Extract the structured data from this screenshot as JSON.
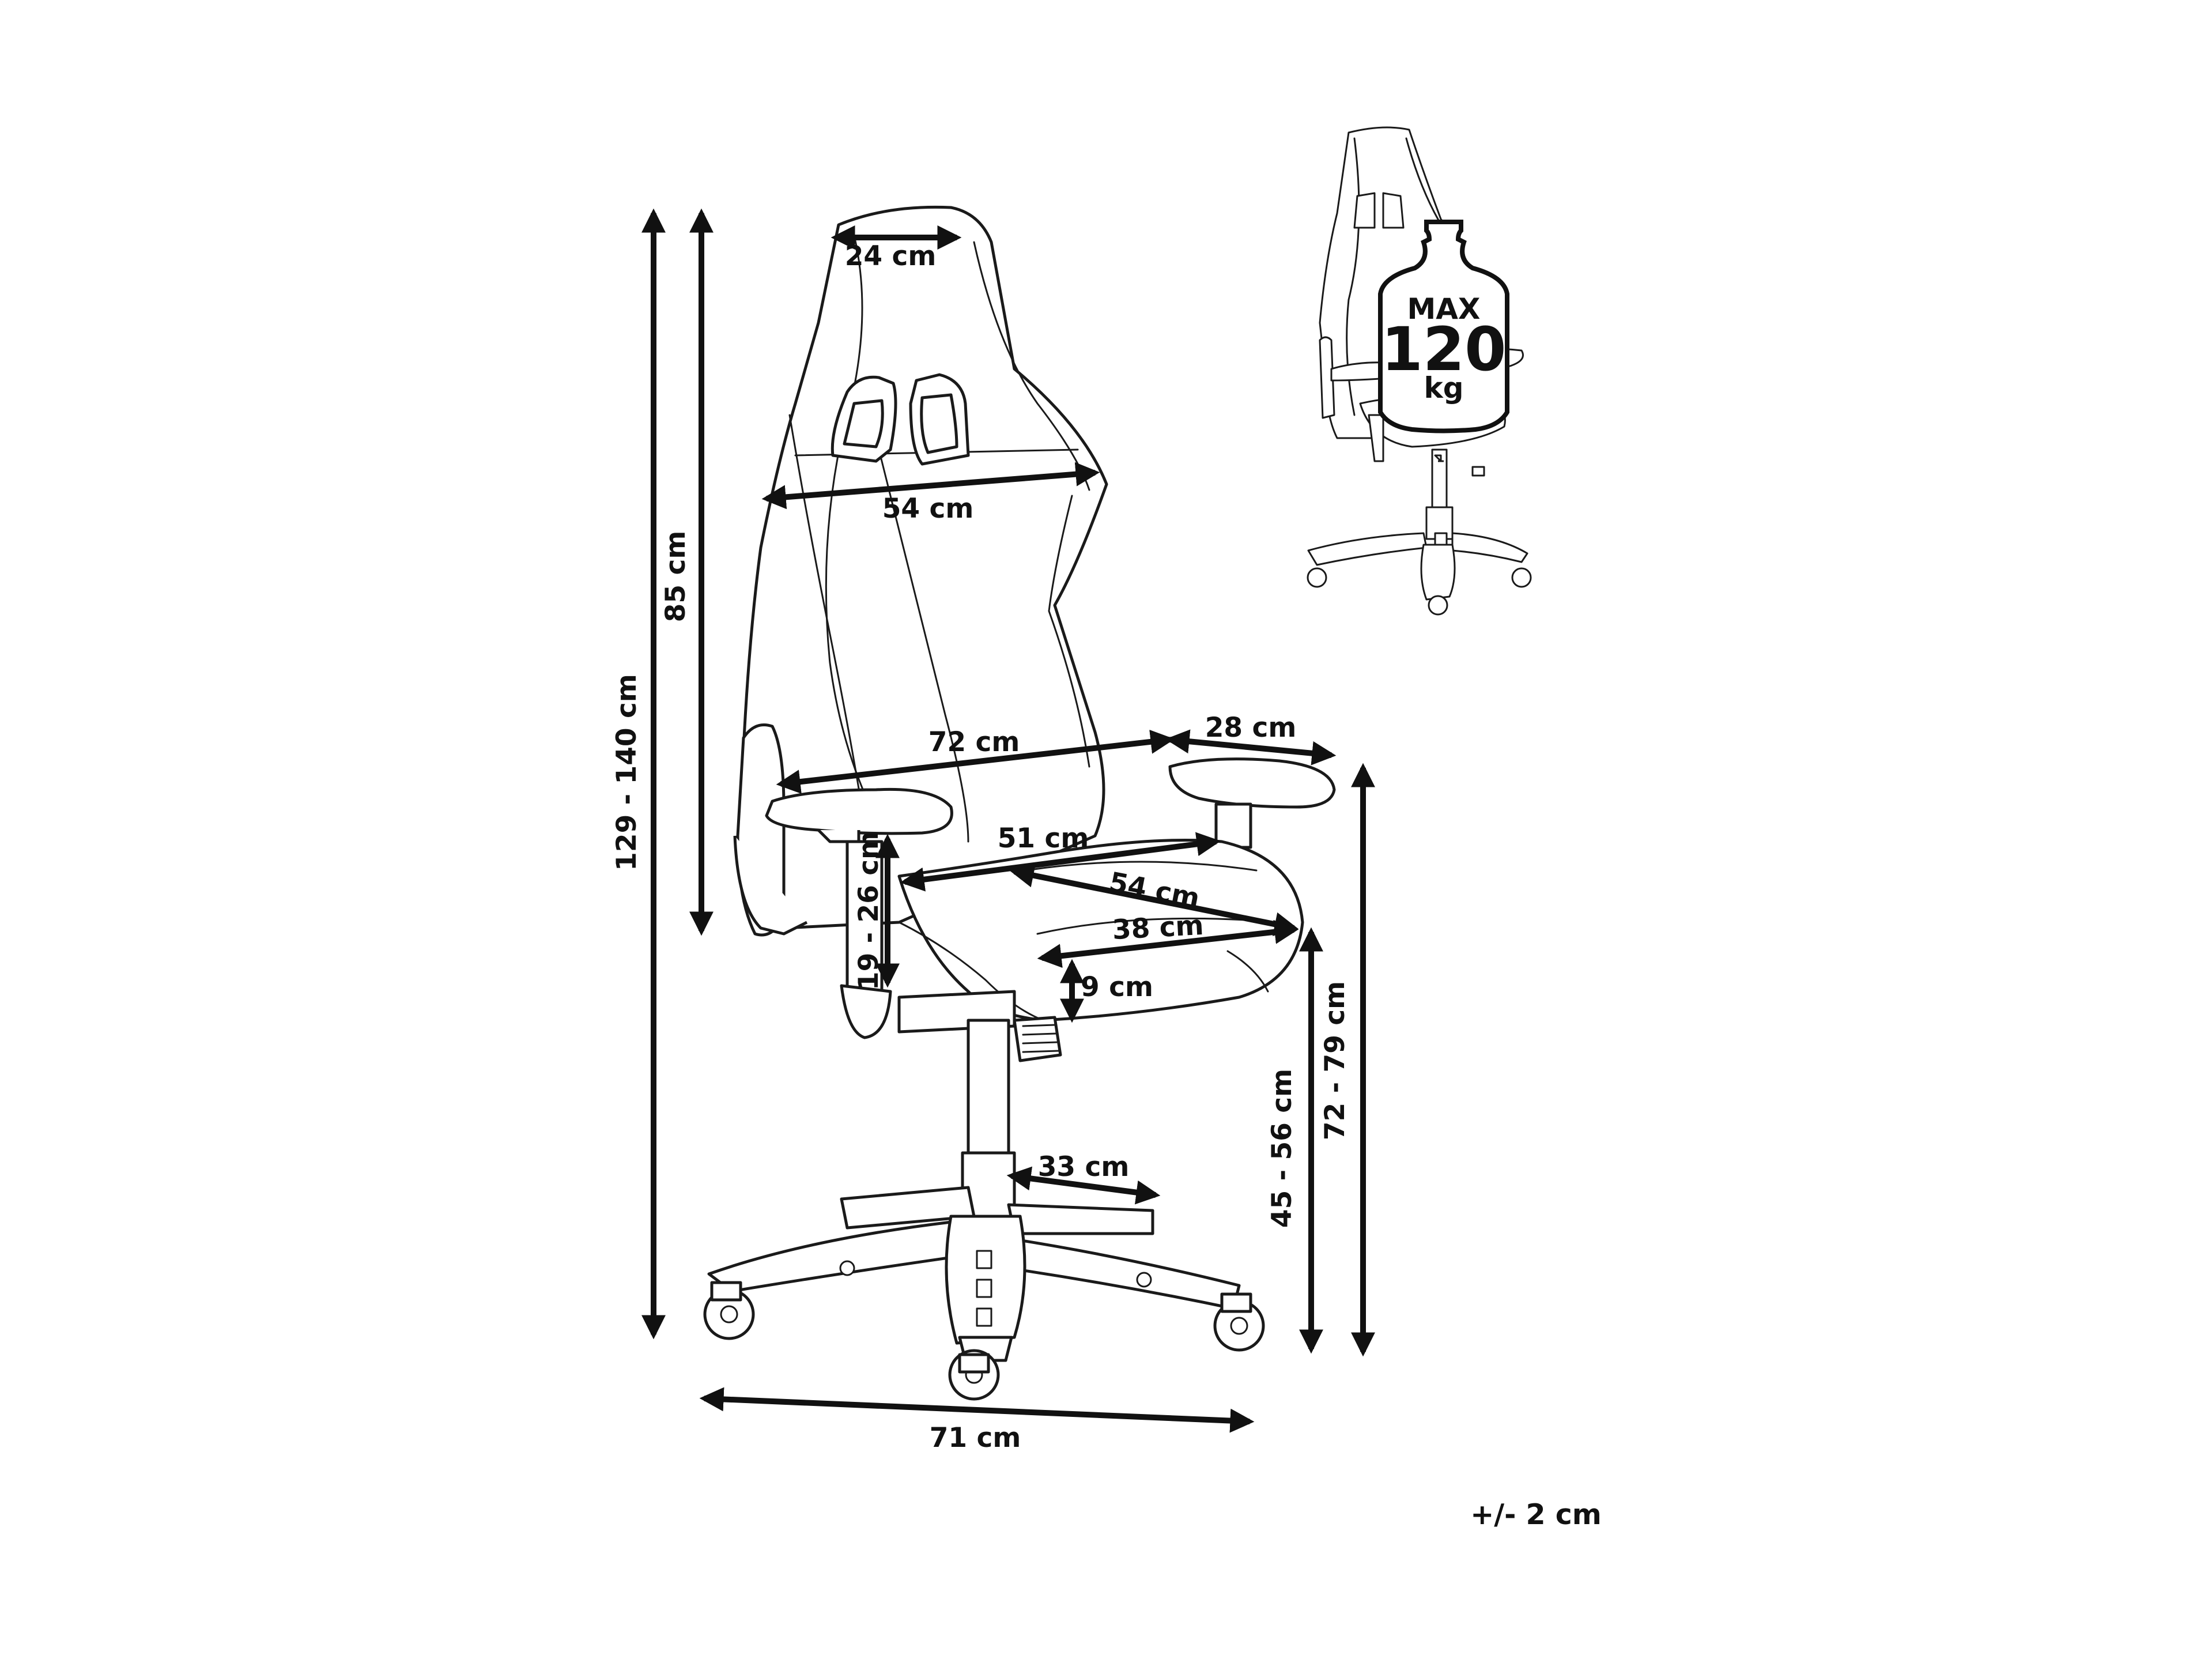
{
  "dimensions": {
    "headrest_width": "24 cm",
    "backrest_width": "54 cm",
    "armrest_span": "72 cm",
    "armrest_length": "28 cm",
    "seat_width": "51 cm",
    "seat_depth": "54 cm",
    "seat_front_width": "38 cm",
    "seat_thickness": "9 cm",
    "armrest_height_above_seat": "19 - 26 cm",
    "total_height": "129 - 140 cm",
    "backrest_height": "85 cm",
    "seat_height": "45 - 56 cm",
    "armrest_height": "72 - 79 cm",
    "base_leg_length": "33 cm",
    "base_width": "71 cm"
  },
  "load": {
    "max": "MAX",
    "value": "120",
    "unit": "kg"
  },
  "tolerance": "+/- 2 cm"
}
